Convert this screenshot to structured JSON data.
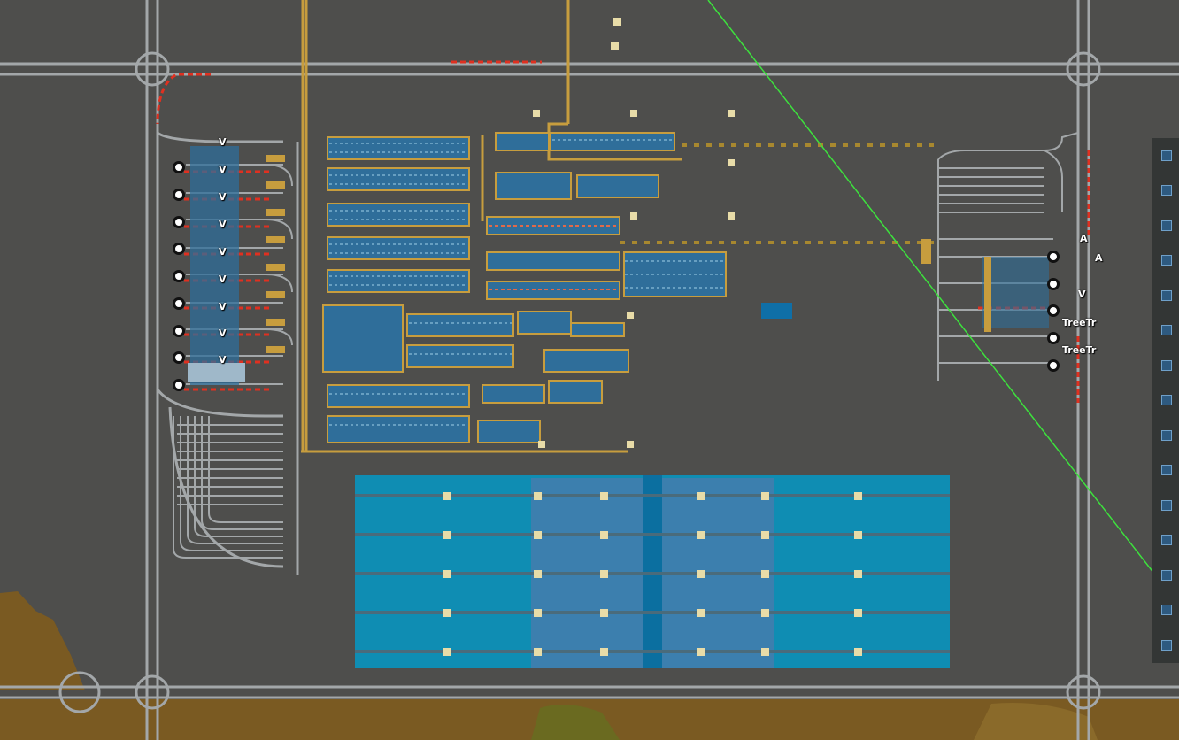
{
  "map": {
    "colors": {
      "ground": "#4e4e4c",
      "rail": "#a3a7a9",
      "belt": "#c79d3e",
      "water": "#0f8db3",
      "machine_blue": "#2f6e9a",
      "signal_red": "#e03020",
      "dirt": "#7a5a22",
      "laser": "#3de23d"
    },
    "train_stops_left": [
      {
        "label": "V"
      },
      {
        "label": "V"
      },
      {
        "label": "V"
      },
      {
        "label": "V"
      },
      {
        "label": "V"
      },
      {
        "label": "V"
      },
      {
        "label": "V"
      },
      {
        "label": "V"
      },
      {
        "label": "V"
      }
    ],
    "train_stops_right": [
      {
        "label": "A"
      },
      {
        "label": "A"
      },
      {
        "label": "V"
      },
      {
        "label": "TreeTr"
      },
      {
        "label": "TreeTr"
      }
    ]
  }
}
